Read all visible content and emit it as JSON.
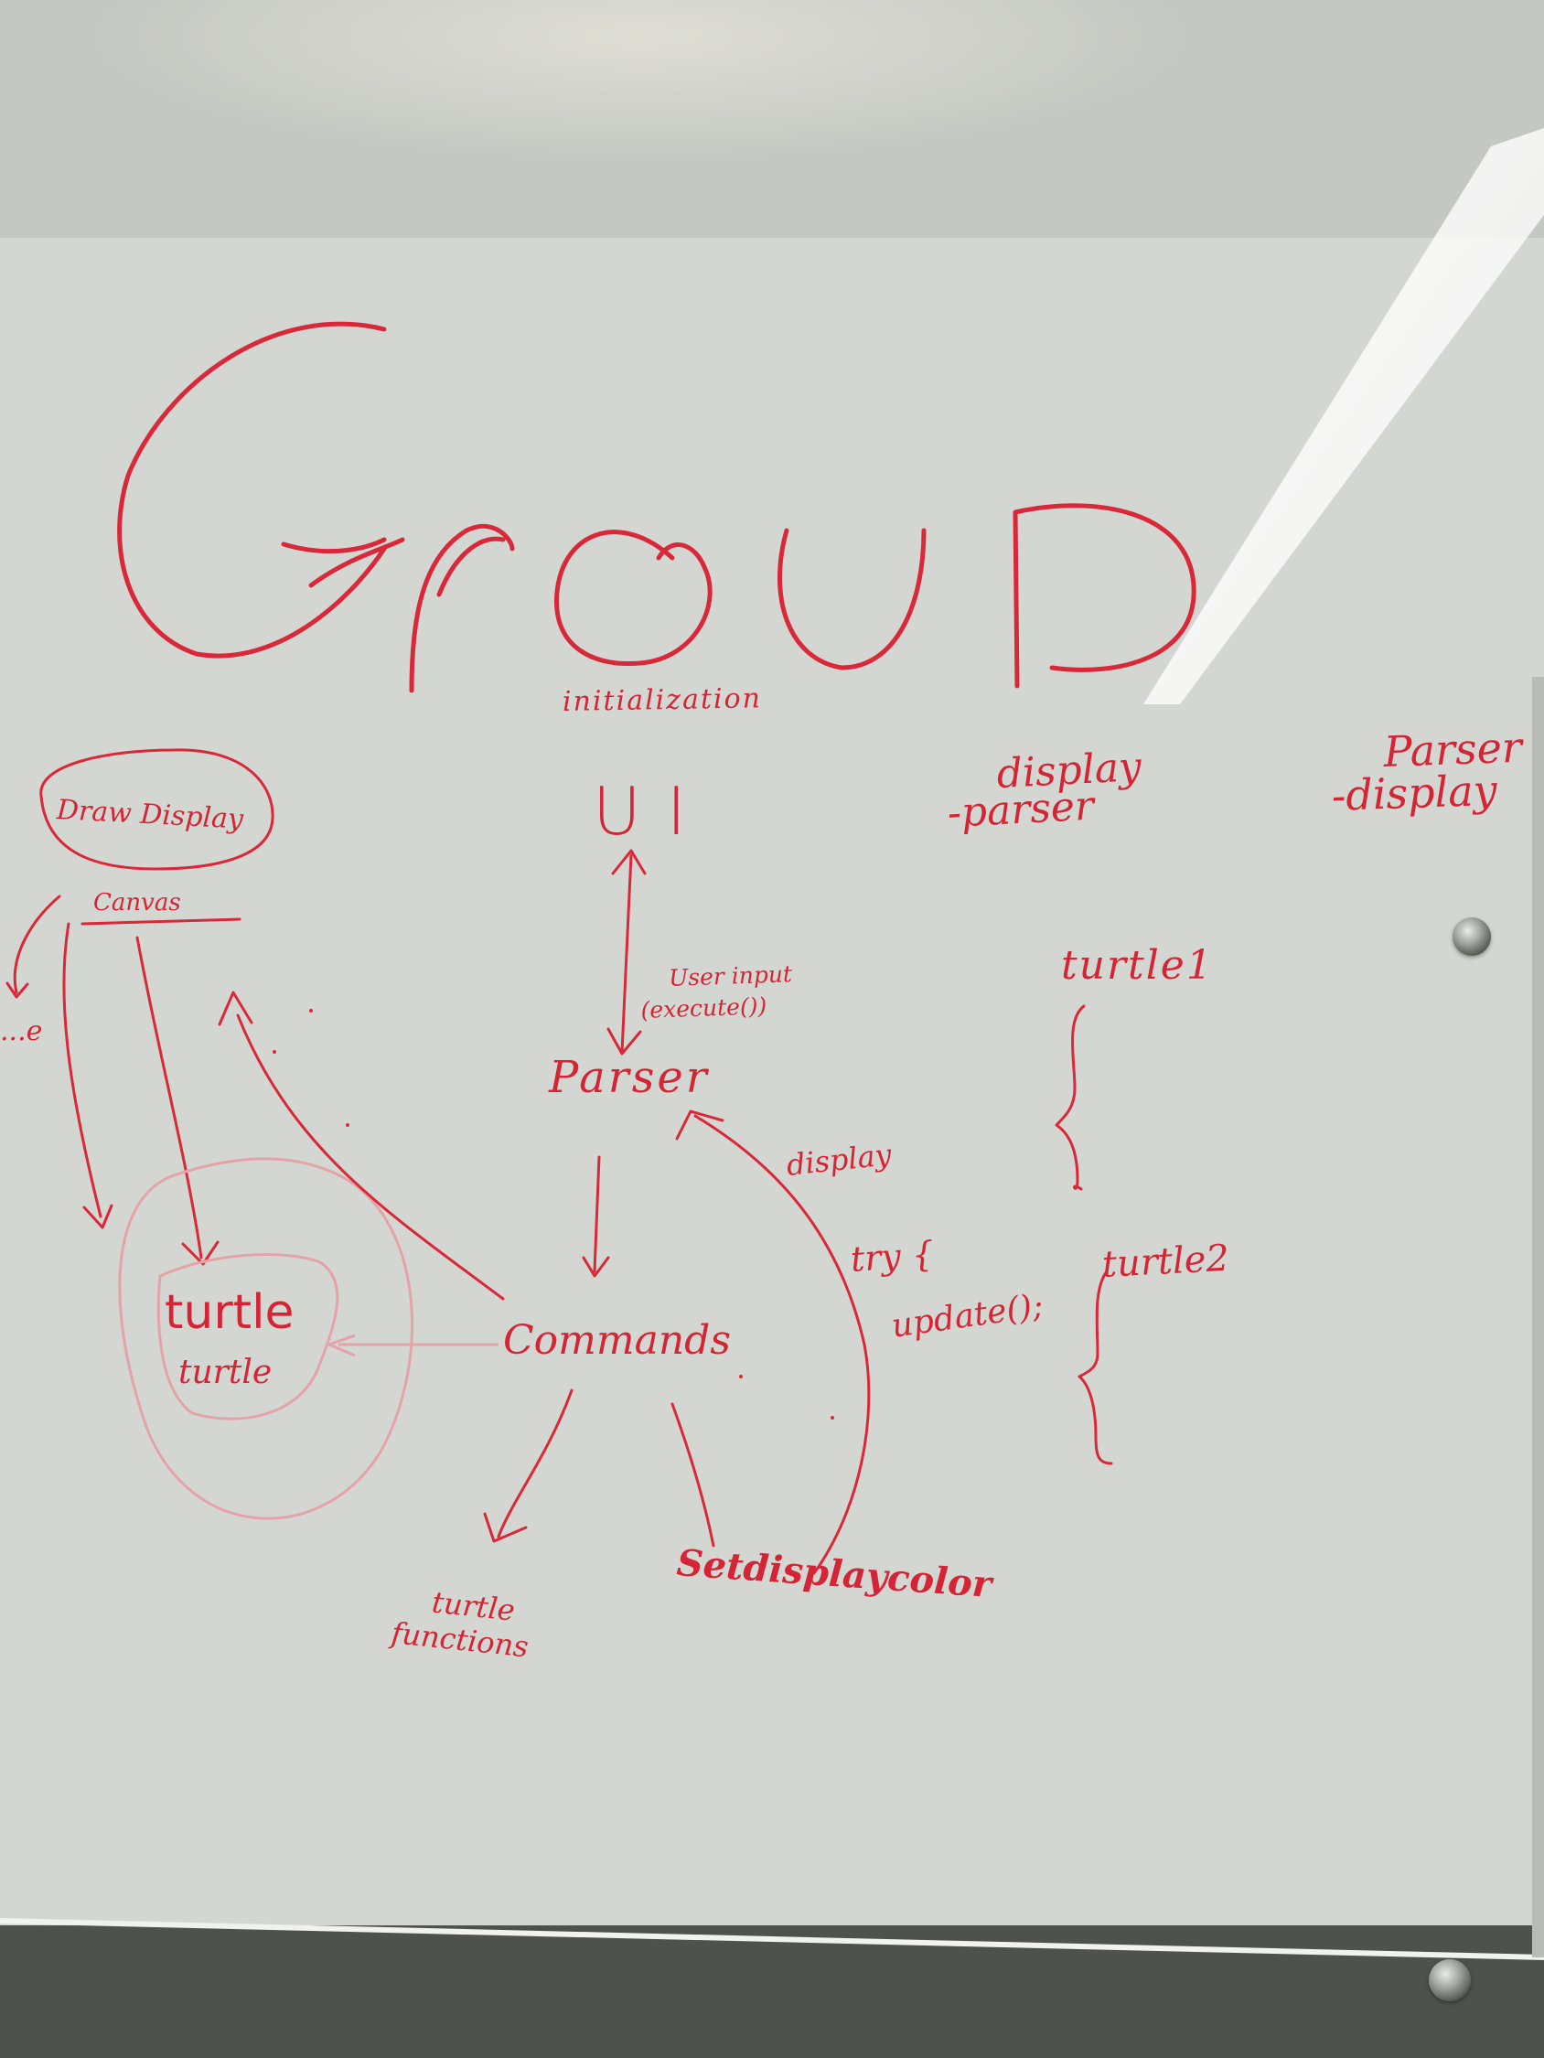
{
  "board": {
    "title": "GROUP",
    "column_labels": [
      "initialization",
      "display\n-parser",
      "Parser\n-display"
    ],
    "left_cluster": {
      "display_label": "Draw Display",
      "canvas_label": "Canvas",
      "turtle_label": "turtle",
      "turtle_sub_label": "turtle",
      "fragment_label": "...e"
    },
    "flow": {
      "ui_label": "UI",
      "user_input_label": "User input\n(execute())",
      "parser_label": "Parser",
      "commands_label": "Commands",
      "turtle_functions_label": "turtle\nfunctions",
      "set_display_color_label": "Setdisplaycolor"
    },
    "right_notes": {
      "display_label": "display",
      "try_label": "try {",
      "update_label": "update();",
      "turtle1_label": "turtle1",
      "turtle2_label": "turtle2"
    }
  },
  "colors": {
    "ink": "#d8283a",
    "board": "#d6d9d3",
    "glare": "#ffffff"
  }
}
